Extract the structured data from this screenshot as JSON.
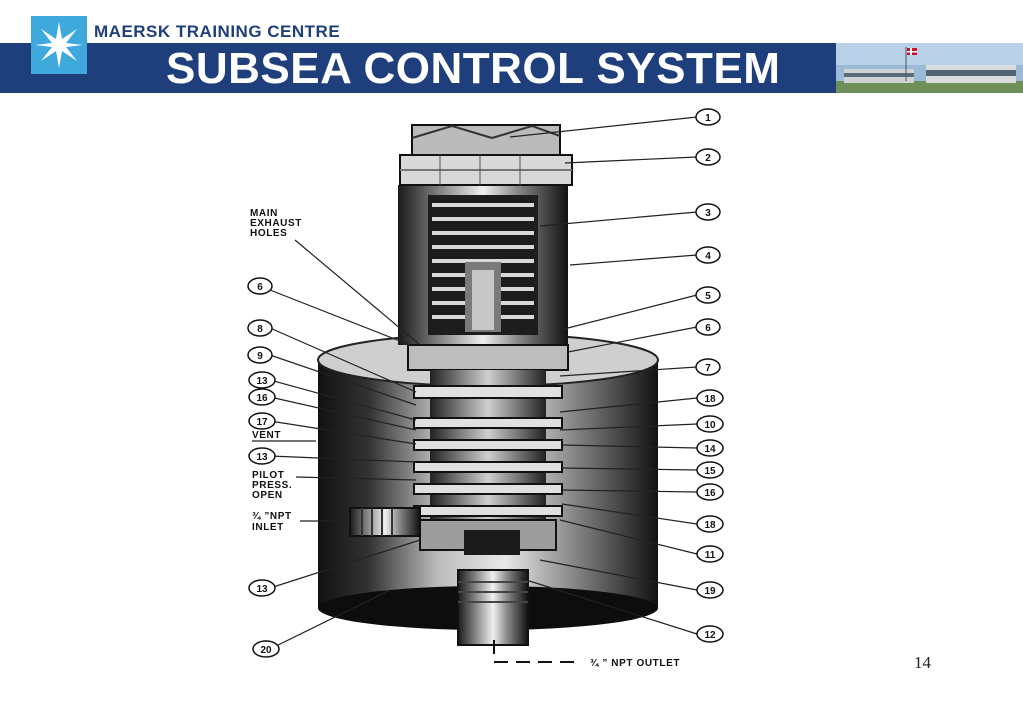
{
  "header": {
    "brand": "MAERSK TRAINING CENTRE",
    "title": "SUBSEA CONTROL SYSTEM",
    "bar_color": "#1f3e7c",
    "logo_color": "#3fa9dd"
  },
  "diagram": {
    "labels": {
      "main_exhaust_1": "MAIN",
      "main_exhaust_2": "EXHAUST",
      "main_exhaust_3": "HOLES",
      "vent": "VENT",
      "pilot_1": "PILOT",
      "pilot_2": "PRESS.",
      "pilot_3": "OPEN",
      "inlet_1": "¾ ”NPT",
      "inlet_2": "INLET",
      "outlet": "¾ ” NPT OUTLET"
    },
    "callouts_right": [
      "1",
      "2",
      "3",
      "4",
      "5",
      "6",
      "7",
      "18",
      "10",
      "14",
      "15",
      "16",
      "18",
      "11",
      "19",
      "12"
    ],
    "callouts_left": [
      "6",
      "8",
      "9",
      "13",
      "16",
      "17",
      "13",
      "13",
      "20"
    ]
  },
  "footer": {
    "page_number": "14"
  }
}
